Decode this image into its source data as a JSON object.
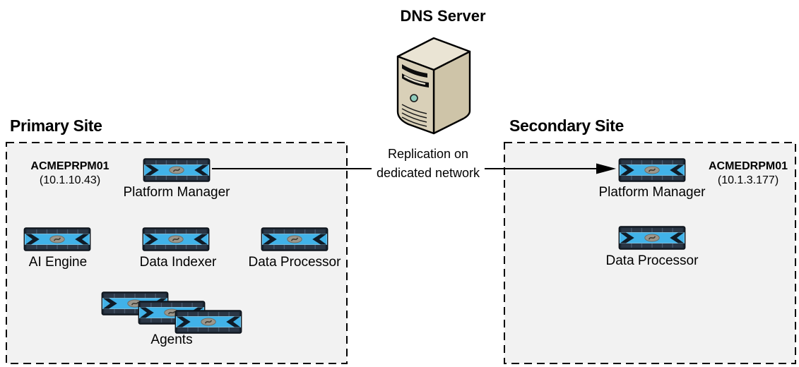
{
  "colors": {
    "appliance_blue": "#41b2e8",
    "appliance_dark": "#1b2531",
    "site_background": "#f2f2f2",
    "server_front": "#d9d0b8",
    "server_side": "#cec4a8",
    "server_top": "#eae4d4",
    "arrow": "#000000"
  },
  "dns": {
    "label": "DNS Server"
  },
  "replication": {
    "line1": "Replication on",
    "line2": "dedicated network"
  },
  "primary_site": {
    "title": "Primary Site",
    "platform_manager": {
      "hostname": "ACMEPRPM01",
      "ip": "(10.1.10.43)",
      "label": "Platform Manager"
    },
    "nodes": [
      {
        "label": "AI Engine"
      },
      {
        "label": "Data Indexer"
      },
      {
        "label": "Data Processor"
      }
    ],
    "agents": {
      "label": "Agents",
      "count": 3
    }
  },
  "secondary_site": {
    "title": "Secondary Site",
    "platform_manager": {
      "hostname": "ACMEDRPM01",
      "ip": "(10.1.3.177)",
      "label": "Platform Manager"
    },
    "nodes": [
      {
        "label": "Data Processor"
      }
    ]
  }
}
